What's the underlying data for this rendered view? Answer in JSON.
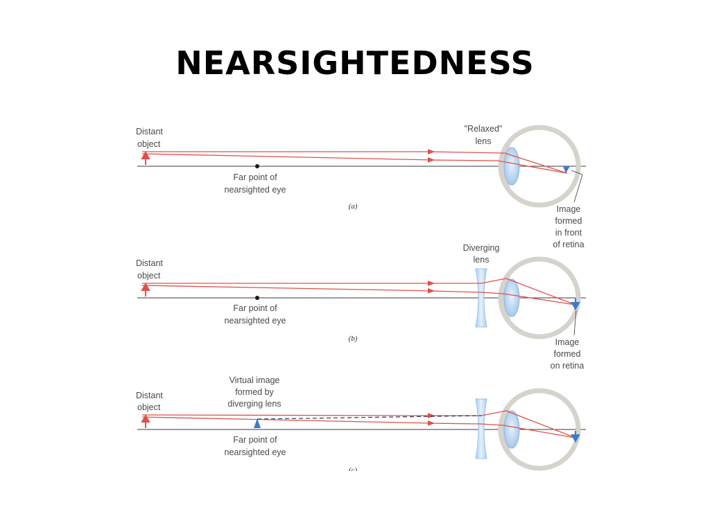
{
  "slide": {
    "title": "NEARSIGHTEDNESS"
  },
  "colors": {
    "ray": "#e0504a",
    "axis": "#3a3a3a",
    "eye": "#d6d3cd",
    "lens": "#b7d3f0",
    "image": "#3a7cc8"
  },
  "panels": [
    {
      "id": "a",
      "caption": "(a)",
      "object_label": [
        "Distant",
        "object"
      ],
      "far_point_label": [
        "Far point of",
        "nearsighted eye"
      ],
      "lens_label": [
        "\"Relaxed\"",
        "lens"
      ],
      "image_label": [
        "Image",
        "formed",
        "in front",
        "of retina"
      ],
      "has_diverging_lens": false
    },
    {
      "id": "b",
      "caption": "(b)",
      "object_label": [
        "Distant",
        "object"
      ],
      "far_point_label": [
        "Far point of",
        "nearsighted eye"
      ],
      "lens_label": [
        "Diverging",
        "lens"
      ],
      "image_label": [
        "Image",
        "formed",
        "on retina"
      ],
      "has_diverging_lens": true
    },
    {
      "id": "c",
      "caption": "(c)",
      "object_label": [
        "Distant",
        "object"
      ],
      "far_point_label": [
        "Far point of",
        "nearsighted eye"
      ],
      "virtual_image_label": [
        "Virtual image",
        "formed by",
        "diverging lens"
      ],
      "has_diverging_lens": true
    }
  ]
}
